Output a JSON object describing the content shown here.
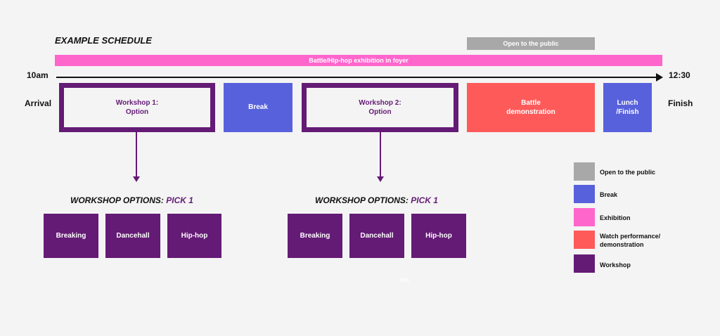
{
  "title": "EXAMPLE SCHEDULE",
  "top_bars": {
    "public": "Open to the public",
    "exhibition": "Battle/Hip-hop exhibition in foyer"
  },
  "timeline": {
    "start": "10am",
    "end": "12:30",
    "arrival": "Arrival",
    "finish": "Finish"
  },
  "blocks": {
    "workshop1": {
      "line1": "Workshop 1:",
      "line2": "Option"
    },
    "break": "Break",
    "workshop2": {
      "line1": "Workshop 2:",
      "line2": "Option"
    },
    "battle": {
      "line1": "Battle",
      "line2": "demonstration"
    },
    "lunch": {
      "line1": "Lunch",
      "line2": "/Finish"
    }
  },
  "options_groups": [
    {
      "heading_prefix": "WORKSHOP OPTIONS: ",
      "heading_pick": "PICK 1",
      "options": [
        "Breaking",
        "Dancehall",
        "Hip-hop"
      ]
    },
    {
      "heading_prefix": "WORKSHOP OPTIONS: ",
      "heading_pick": "PICK 1",
      "options": [
        "Breaking",
        "Dancehall",
        "Hip-hop"
      ]
    }
  ],
  "legend": [
    {
      "label": "Open to the public",
      "color": "#a8a8a8"
    },
    {
      "label": "Break",
      "color": "#5861dc"
    },
    {
      "label": "Exhibition",
      "color": "#ff66cc"
    },
    {
      "label_line1": "Watch performance/",
      "label_line2": "demonstration",
      "color": "#ff5a5a"
    },
    {
      "label": "Workshop",
      "color": "#641b75"
    }
  ],
  "footnote": "TBC",
  "colors": {
    "workshop": "#641b75",
    "break": "#5861dc",
    "battle": "#ff5a5a",
    "exhibition": "#ff66cc",
    "public": "#a8a8a8"
  }
}
